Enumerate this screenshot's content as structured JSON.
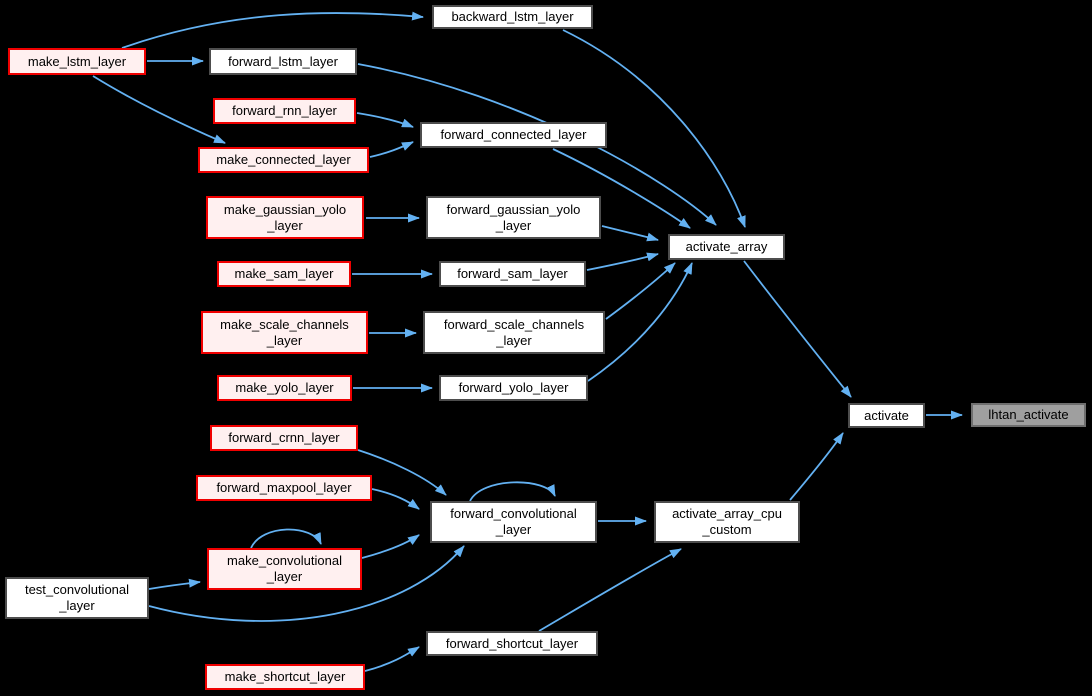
{
  "diagram": {
    "type": "call-graph",
    "colors": {
      "background": "#000000",
      "edge": "#63b1f2",
      "red_node_border": "#f00000",
      "red_node_fill": "#fff0f0",
      "plain_node_border": "#4d4d4d",
      "plain_node_fill": "#ffffff",
      "focus_node_border": "#6e6e6e",
      "focus_node_fill": "#9f9f9f",
      "text": "#000000"
    },
    "nodes": [
      {
        "id": "backward_lstm_layer",
        "label": "backward_lstm_layer",
        "kind": "white"
      },
      {
        "id": "make_lstm_layer",
        "label": "make_lstm_layer",
        "kind": "red"
      },
      {
        "id": "forward_lstm_layer",
        "label": "forward_lstm_layer",
        "kind": "white"
      },
      {
        "id": "forward_rnn_layer",
        "label": "forward_rnn_layer",
        "kind": "red"
      },
      {
        "id": "forward_connected_layer",
        "label": "forward_connected_layer",
        "kind": "white"
      },
      {
        "id": "make_connected_layer",
        "label": "make_connected_layer",
        "kind": "red"
      },
      {
        "id": "make_gaussian_yolo_layer",
        "label": "make_gaussian_yolo\n_layer",
        "kind": "red"
      },
      {
        "id": "forward_gaussian_yolo_layer",
        "label": "forward_gaussian_yolo\n_layer",
        "kind": "white"
      },
      {
        "id": "make_sam_layer",
        "label": "make_sam_layer",
        "kind": "red"
      },
      {
        "id": "forward_sam_layer",
        "label": "forward_sam_layer",
        "kind": "white"
      },
      {
        "id": "make_scale_channels_layer",
        "label": "make_scale_channels\n_layer",
        "kind": "red"
      },
      {
        "id": "forward_scale_channels_layer",
        "label": "forward_scale_channels\n_layer",
        "kind": "white"
      },
      {
        "id": "make_yolo_layer",
        "label": "make_yolo_layer",
        "kind": "red"
      },
      {
        "id": "forward_yolo_layer",
        "label": "forward_yolo_layer",
        "kind": "white"
      },
      {
        "id": "activate_array",
        "label": "activate_array",
        "kind": "white"
      },
      {
        "id": "forward_crnn_layer",
        "label": "forward_crnn_layer",
        "kind": "red"
      },
      {
        "id": "forward_maxpool_layer",
        "label": "forward_maxpool_layer",
        "kind": "red"
      },
      {
        "id": "forward_convolutional_layer",
        "label": "forward_convolutional\n_layer",
        "kind": "white"
      },
      {
        "id": "activate_array_cpu_custom",
        "label": "activate_array_cpu\n_custom",
        "kind": "white"
      },
      {
        "id": "make_convolutional_layer",
        "label": "make_convolutional\n_layer",
        "kind": "red"
      },
      {
        "id": "test_convolutional_layer",
        "label": "test_convolutional\n_layer",
        "kind": "white"
      },
      {
        "id": "forward_shortcut_layer",
        "label": "forward_shortcut_layer",
        "kind": "white"
      },
      {
        "id": "make_shortcut_layer",
        "label": "make_shortcut_layer",
        "kind": "red"
      },
      {
        "id": "activate",
        "label": "activate",
        "kind": "white"
      },
      {
        "id": "lhtan_activate",
        "label": "lhtan_activate",
        "kind": "gray"
      }
    ],
    "edges": [
      {
        "from": "make_lstm_layer",
        "to": "backward_lstm_layer"
      },
      {
        "from": "make_lstm_layer",
        "to": "forward_lstm_layer"
      },
      {
        "from": "make_lstm_layer",
        "to": "make_connected_layer"
      },
      {
        "from": "forward_rnn_layer",
        "to": "forward_connected_layer"
      },
      {
        "from": "make_connected_layer",
        "to": "forward_connected_layer"
      },
      {
        "from": "make_gaussian_yolo_layer",
        "to": "forward_gaussian_yolo_layer"
      },
      {
        "from": "make_sam_layer",
        "to": "forward_sam_layer"
      },
      {
        "from": "make_scale_channels_layer",
        "to": "forward_scale_channels_layer"
      },
      {
        "from": "make_yolo_layer",
        "to": "forward_yolo_layer"
      },
      {
        "from": "backward_lstm_layer",
        "to": "activate_array"
      },
      {
        "from": "forward_lstm_layer",
        "to": "activate_array"
      },
      {
        "from": "forward_connected_layer",
        "to": "activate_array"
      },
      {
        "from": "forward_gaussian_yolo_layer",
        "to": "activate_array"
      },
      {
        "from": "forward_sam_layer",
        "to": "activate_array"
      },
      {
        "from": "forward_scale_channels_layer",
        "to": "activate_array"
      },
      {
        "from": "forward_yolo_layer",
        "to": "activate_array"
      },
      {
        "from": "activate_array",
        "to": "activate"
      },
      {
        "from": "forward_crnn_layer",
        "to": "forward_convolutional_layer"
      },
      {
        "from": "forward_maxpool_layer",
        "to": "forward_convolutional_layer"
      },
      {
        "from": "make_convolutional_layer",
        "to": "forward_convolutional_layer"
      },
      {
        "from": "make_convolutional_layer",
        "to": "make_convolutional_layer"
      },
      {
        "from": "forward_convolutional_layer",
        "to": "forward_convolutional_layer"
      },
      {
        "from": "test_convolutional_layer",
        "to": "make_convolutional_layer"
      },
      {
        "from": "test_convolutional_layer",
        "to": "forward_convolutional_layer"
      },
      {
        "from": "forward_convolutional_layer",
        "to": "activate_array_cpu_custom"
      },
      {
        "from": "forward_shortcut_layer",
        "to": "activate_array_cpu_custom"
      },
      {
        "from": "activate_array_cpu_custom",
        "to": "activate"
      },
      {
        "from": "make_shortcut_layer",
        "to": "forward_shortcut_layer"
      },
      {
        "from": "activate",
        "to": "lhtan_activate"
      }
    ]
  }
}
